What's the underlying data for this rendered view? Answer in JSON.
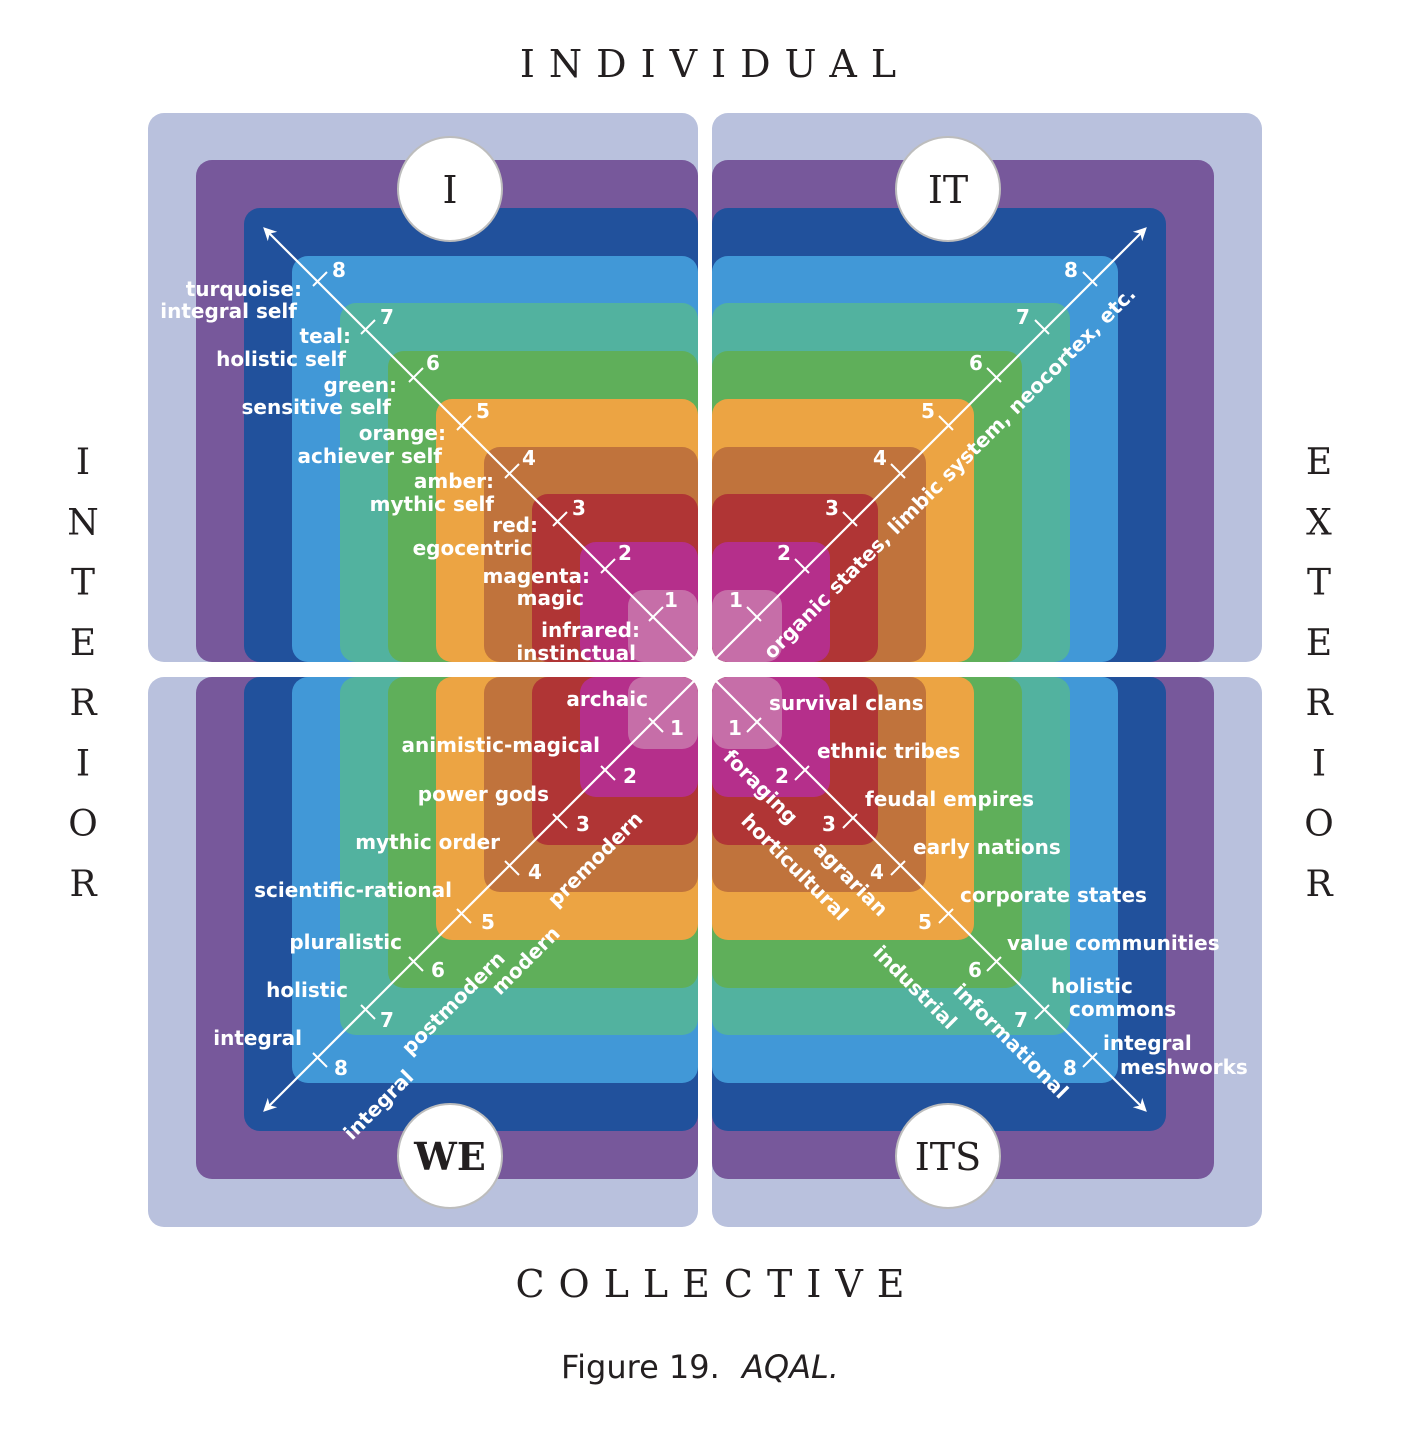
{
  "axes": {
    "top": "INDIVIDUAL",
    "bottom": "COLLECTIVE",
    "left": "INTERIOR",
    "right": "EXTERIOR"
  },
  "quadrants": {
    "ul": {
      "badge": "I"
    },
    "ur": {
      "badge": "IT",
      "axis_label": "organic states, limbic system, neocortex, etc."
    },
    "ll": {
      "badge": "WE"
    },
    "lr": {
      "badge": "ITS"
    }
  },
  "colors": {
    "lavender": "#b9c1dd",
    "purple": "#77589b",
    "dark_blue": "#21519c",
    "light_blue": "#4198d7",
    "teal": "#52b29f",
    "green": "#5faf5a",
    "orange": "#eca443",
    "amber": "#c0733c",
    "red": "#b03535",
    "magenta": "#b52f8b",
    "infrared": "#c66ea8"
  },
  "levels": [
    "1",
    "2",
    "3",
    "4",
    "5",
    "6",
    "7",
    "8"
  ],
  "ul_labels": [
    {
      "line1": "infrared:",
      "line2": "instinctual"
    },
    {
      "line1": "magenta:",
      "line2": "magic"
    },
    {
      "line1": "red:",
      "line2": "egocentric"
    },
    {
      "line1": "amber:",
      "line2": "mythic self"
    },
    {
      "line1": "orange:",
      "line2": "achiever self"
    },
    {
      "line1": "green:",
      "line2": "sensitive self"
    },
    {
      "line1": "teal:",
      "line2": "holistic self"
    },
    {
      "line1": "turquoise:",
      "line2": "integral self"
    }
  ],
  "ll_labels": [
    "archaic",
    "animistic-magical",
    "power gods",
    "mythic order",
    "scientific-rational",
    "pluralistic",
    "holistic",
    "integral"
  ],
  "ll_eras": [
    "premodern",
    "modern",
    "postmodern",
    "integral"
  ],
  "lr_labels": [
    {
      "line1": "survival clans"
    },
    {
      "line1": "ethnic tribes"
    },
    {
      "line1": "feudal empires"
    },
    {
      "line1": "early nations"
    },
    {
      "line1": "corporate states"
    },
    {
      "line1": "value communities"
    },
    {
      "line1": "holistic",
      "line2": "commons"
    },
    {
      "line1": "integral",
      "line2": "meshworks"
    }
  ],
  "lr_eras": [
    "foraging",
    "horticultural",
    "agrarian",
    "industrial",
    "informational"
  ],
  "caption": {
    "prefix": "Figure 19.",
    "title": "AQAL."
  }
}
